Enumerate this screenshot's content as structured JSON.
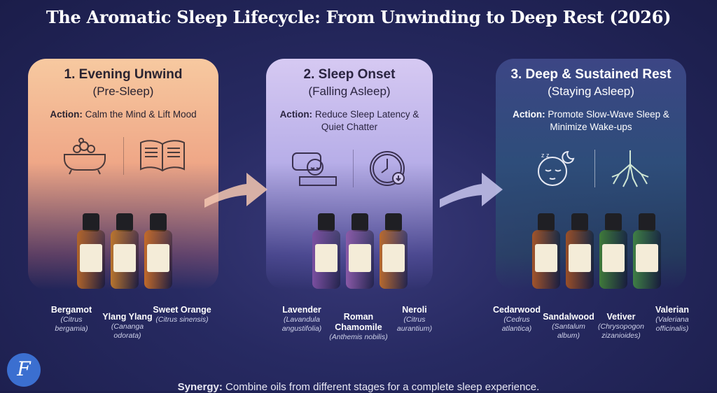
{
  "title": "The Aromatic Sleep Lifecycle: From Unwinding to Deep Rest (2026)",
  "stages": [
    {
      "heading": "1. Evening Unwind",
      "sub": "(Pre-Sleep)",
      "action_label": "Action:",
      "action": "Calm the Mind & Lift Mood",
      "icons": [
        "bathtub-icon",
        "open-book-icon"
      ],
      "oils": [
        {
          "name": "Bergamot",
          "latin": "(Citrus bergamia)",
          "color": "#b0642a"
        },
        {
          "name": "Ylang Ylang",
          "latin": "(Cananga odorata)",
          "color": "#b9752e"
        },
        {
          "name": "Sweet Orange",
          "latin": "(Citrus sinensis)",
          "color": "#c26a2a"
        }
      ]
    },
    {
      "heading": "2. Sleep Onset",
      "sub": "(Falling Asleep)",
      "action_label": "Action:",
      "action": "Reduce Sleep Latency & Quiet Chatter",
      "icons": [
        "sleeping-person-icon",
        "clock-icon"
      ],
      "oils": [
        {
          "name": "Lavender",
          "latin": "(Lavandula angustifolia)",
          "color": "#7a4fa0"
        },
        {
          "name": "Roman Chamomile",
          "latin": "(Anthemis nobilis)",
          "color": "#8a5aa8"
        },
        {
          "name": "Neroli",
          "latin": "(Citrus aurantium)",
          "color": "#b86a2e"
        }
      ]
    },
    {
      "heading": "3. Deep & Sustained Rest",
      "sub": "(Staying Asleep)",
      "action_label": "Action:",
      "action": "Promote Slow-Wave Sleep & Minimize Wake-ups",
      "icons": [
        "sleeping-face-moon-icon",
        "roots-icon"
      ],
      "oils": [
        {
          "name": "Cedarwood",
          "latin": "(Cedrus atlantica)",
          "color": "#a2542a"
        },
        {
          "name": "Sandalwood",
          "latin": "(Santalum album)",
          "color": "#9a4f28"
        },
        {
          "name": "Vetiver",
          "latin": "(Chrysopogon zizanioides)",
          "color": "#3f7a3a"
        },
        {
          "name": "Valerian",
          "latin": "(Valeriana officinalis)",
          "color": "#3f7f45"
        }
      ]
    }
  ],
  "footer": {
    "label": "Synergy:",
    "text": "Combine oils from different stages for a complete sleep experience."
  },
  "logo_text": "F"
}
